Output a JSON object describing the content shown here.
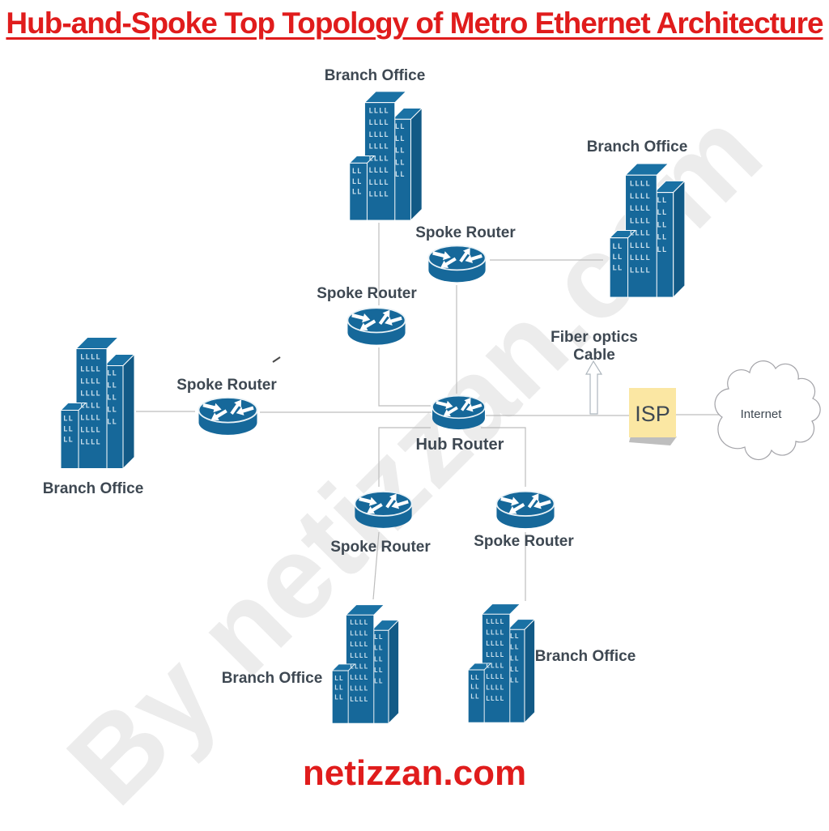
{
  "page": {
    "title": "Hub-and-Spoke Top Topology of Metro Ethernet Architecture",
    "footer": "netizzan.com",
    "watermark": "By netizzan.com"
  },
  "diagram": {
    "hub_router": {
      "label": "Hub Router"
    },
    "spoke_routers": [
      {
        "position": "upper-center",
        "label": "Spoke Router"
      },
      {
        "position": "middle-center",
        "label": "Spoke Router"
      },
      {
        "position": "left",
        "label": "Spoke Router"
      },
      {
        "position": "bottom-left",
        "label": "Spoke Router"
      },
      {
        "position": "bottom-right",
        "label": "Spoke Router"
      }
    ],
    "branch_offices": [
      {
        "position": "top-center",
        "label": "Branch Office"
      },
      {
        "position": "top-right",
        "label": "Branch Office"
      },
      {
        "position": "left",
        "label": "Branch Office"
      },
      {
        "position": "bottom-left",
        "label": "Branch Office"
      },
      {
        "position": "bottom-right",
        "label": "Branch Office"
      }
    ],
    "isp": {
      "label": "ISP"
    },
    "internet_cloud": {
      "label": "Internet"
    },
    "fiber_label": {
      "line1": "Fiber optics",
      "line2": "Cable"
    }
  },
  "icons": {
    "router": "cisco-router-cylinder-with-arrows",
    "building": "isometric-office-building",
    "internet": "cloud-outline",
    "isp": "yellow-sticky-note",
    "fiber": "up-arrow-outline"
  },
  "colors": {
    "accent_red": "#E01C1C",
    "node_blue": "#16689A",
    "node_blue_dark": "#125A86",
    "label_dark": "#3E4852",
    "line_gray": "#BDBDBD",
    "note_yellow": "#FBE7A3",
    "watermark_gray": "#ECECEC"
  }
}
